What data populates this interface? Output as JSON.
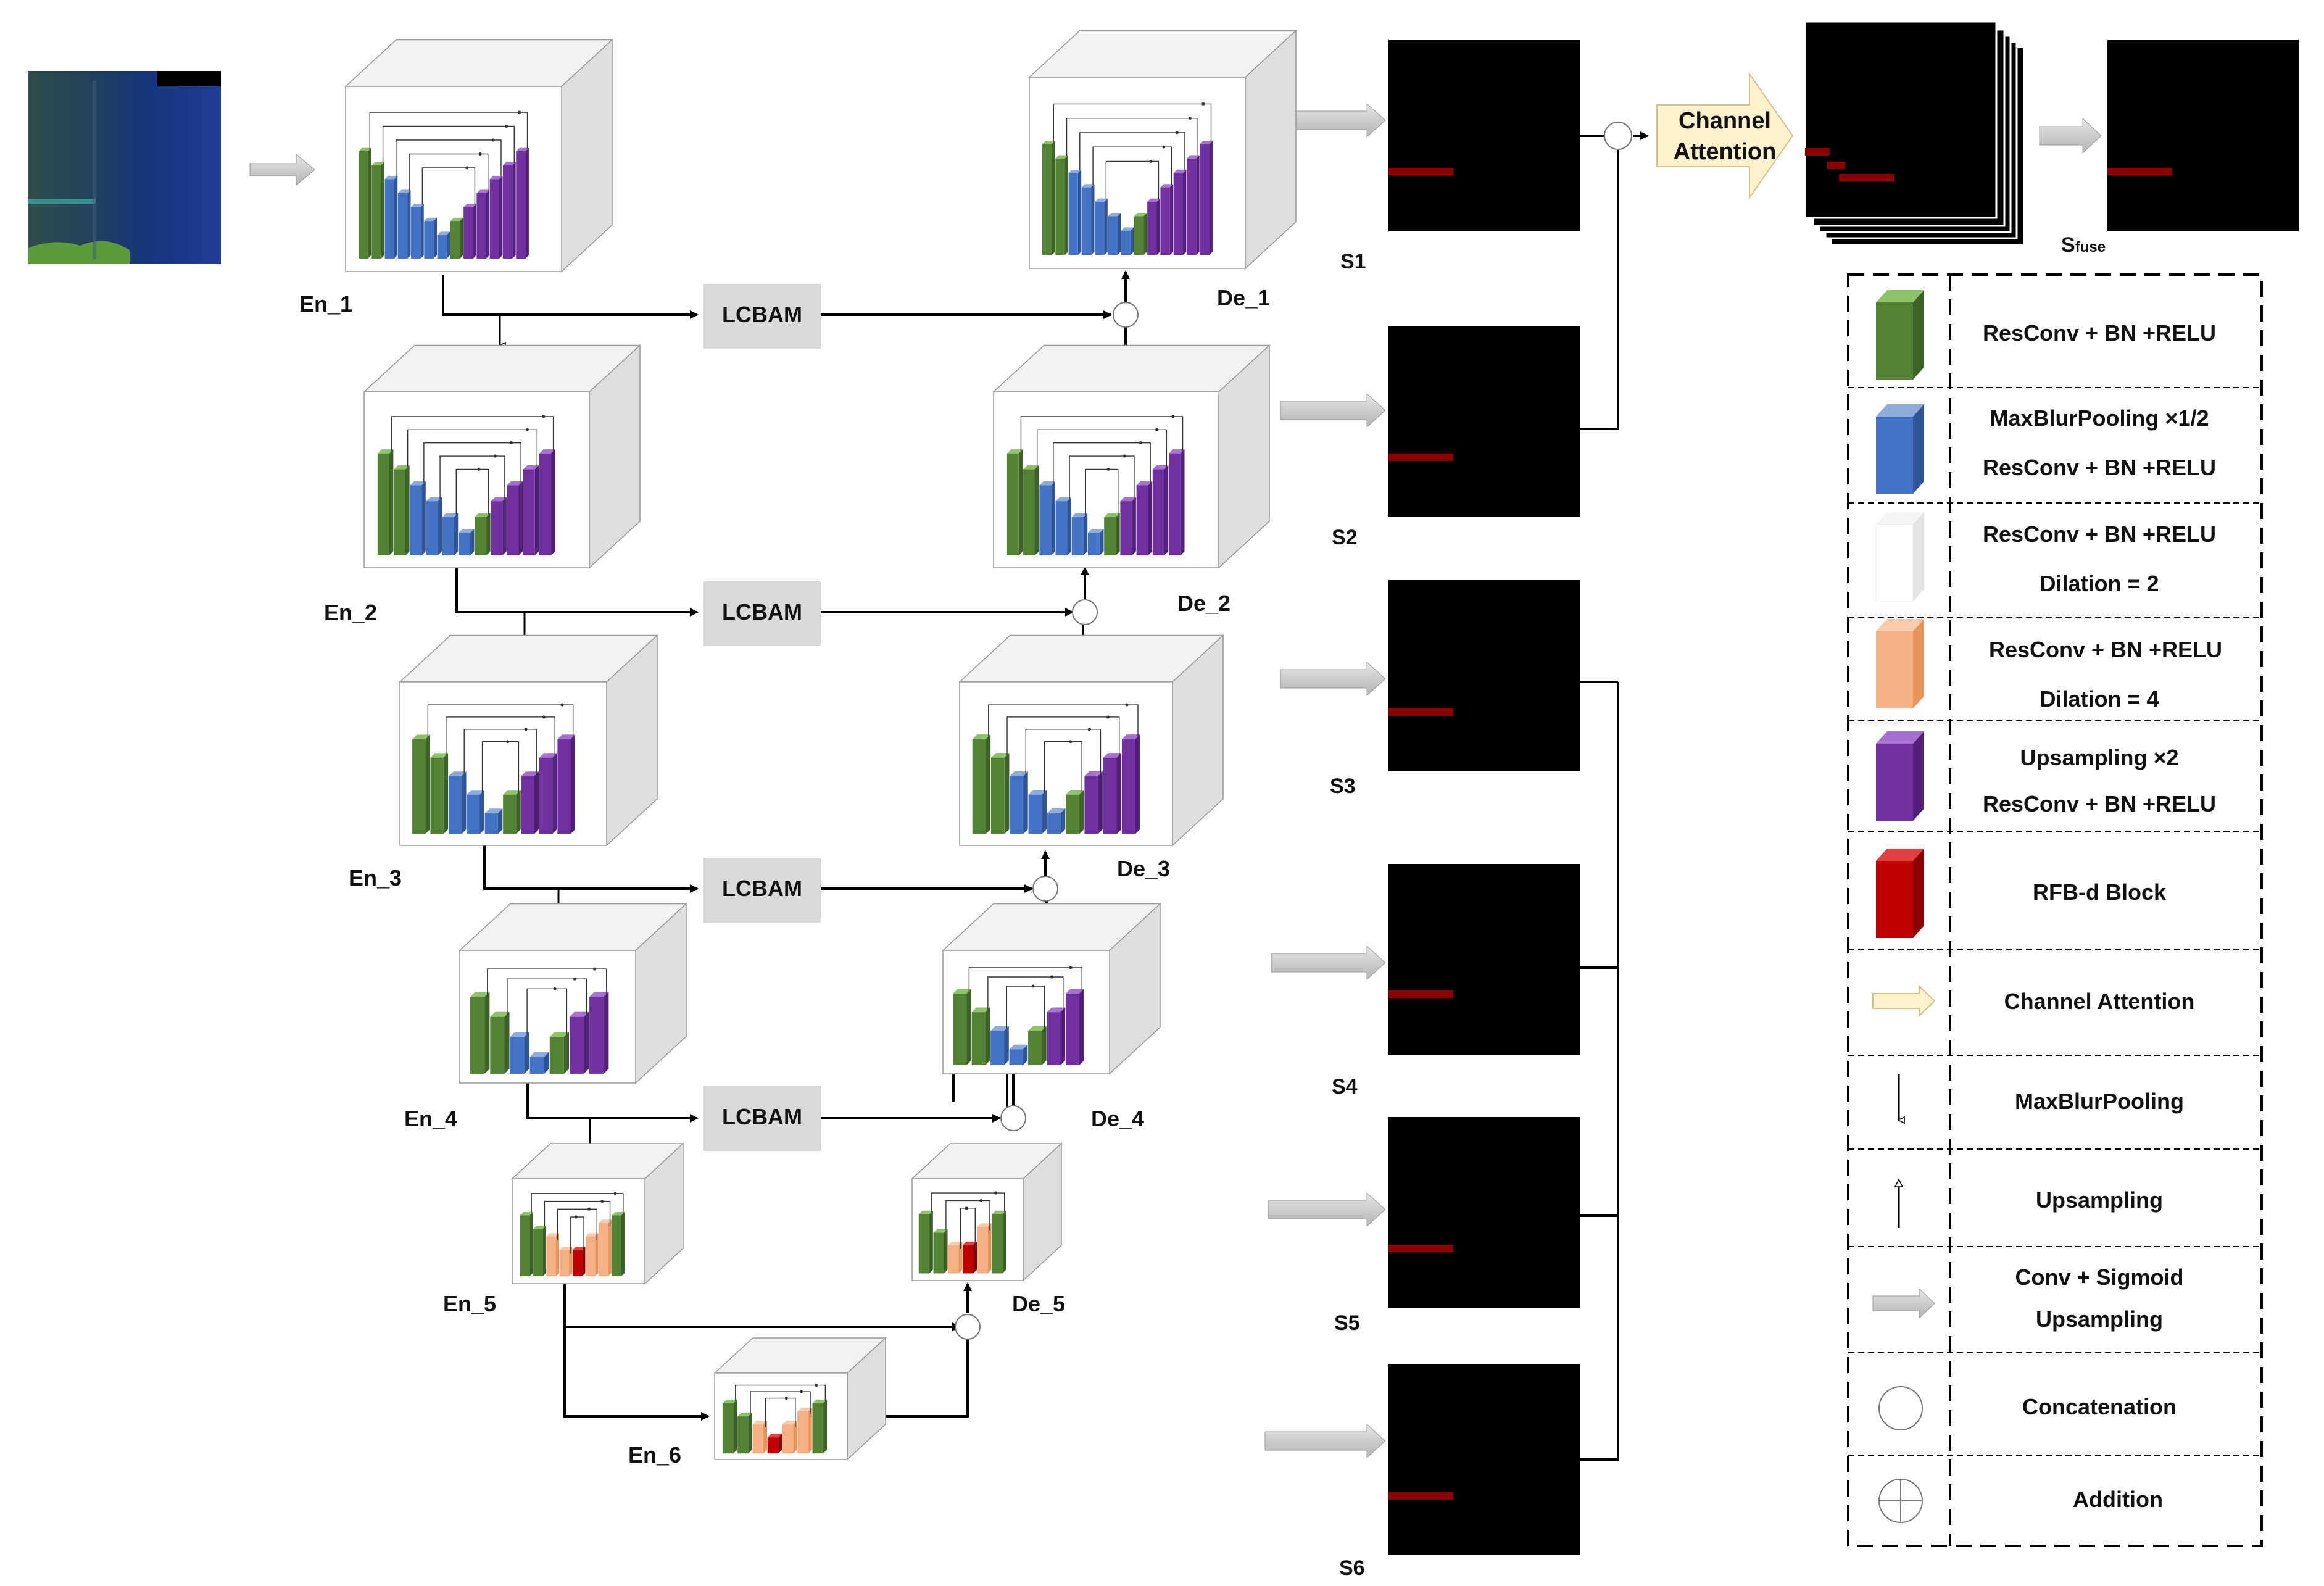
{
  "encoders": [
    {
      "label": "En_1"
    },
    {
      "label": "En_2"
    },
    {
      "label": "En_3"
    },
    {
      "label": "En_4"
    },
    {
      "label": "En_5"
    },
    {
      "label": "En_6"
    }
  ],
  "decoders": [
    {
      "label": "De_1"
    },
    {
      "label": "De_2"
    },
    {
      "label": "De_3"
    },
    {
      "label": "De_4"
    },
    {
      "label": "De_5"
    }
  ],
  "lcbam_label": "LCBAM",
  "side_outputs": [
    {
      "label": "S1"
    },
    {
      "label": "S2"
    },
    {
      "label": "S3"
    },
    {
      "label": "S4"
    },
    {
      "label": "S5"
    },
    {
      "label": "S6"
    }
  ],
  "channel_attention": {
    "line1": "Channel",
    "line2": "Attention"
  },
  "fuse_output": {
    "label_main": "S",
    "label_sub": "fuse"
  },
  "legend": [
    {
      "icon": "green-cube",
      "line1": "ResConv + BN +RELU",
      "line2": ""
    },
    {
      "icon": "blue-cube",
      "line1": "MaxBlurPooling ×1/2",
      "line2": "ResConv + BN +RELU"
    },
    {
      "icon": "white-cube",
      "line1": "ResConv + BN +RELU",
      "line2": "Dilation = 2"
    },
    {
      "icon": "orange-cube",
      "line1": "ResConv + BN +RELU",
      "line2": "Dilation = 4"
    },
    {
      "icon": "purple-cube",
      "line1": "Upsampling ×2",
      "line2": "ResConv + BN +RELU"
    },
    {
      "icon": "red-cube",
      "line1": "RFB-d Block",
      "line2": ""
    },
    {
      "icon": "yellow-arrow-icon",
      "line1": "Channel Attention",
      "line2": ""
    },
    {
      "icon": "down-arrow-icon",
      "line1": "MaxBlurPooling",
      "line2": ""
    },
    {
      "icon": "up-arrow-icon",
      "line1": "Upsampling",
      "line2": ""
    },
    {
      "icon": "gray-arrow-icon",
      "line1": "Conv + Sigmoid",
      "line2": "Upsampling"
    },
    {
      "icon": "circle-icon",
      "line1": "Concatenation",
      "line2": ""
    },
    {
      "icon": "circle-plus-icon",
      "line1": "Addition",
      "line2": ""
    }
  ],
  "colors": {
    "green": "#548235",
    "blue": "#4472c4",
    "purple": "#7030a0",
    "orange": "#f4b183",
    "red": "#c00000",
    "map_line": "#8b0000",
    "lcbam_bg": "#d9d9d9",
    "ca_fill": "#fff2cc"
  }
}
